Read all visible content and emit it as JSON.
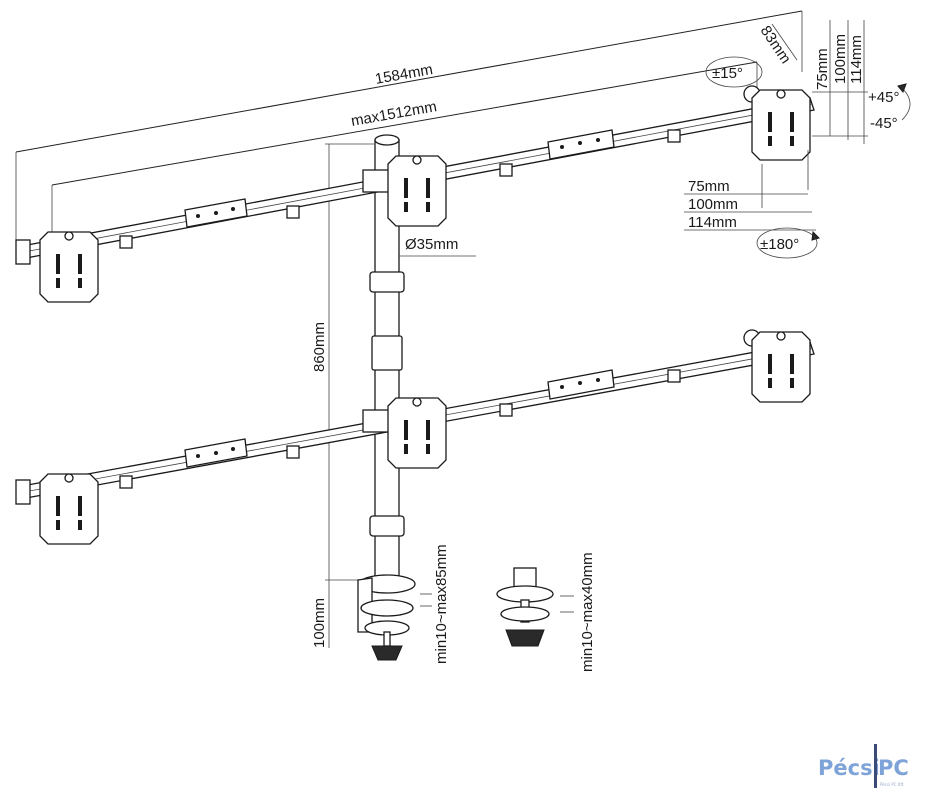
{
  "dimensions": {
    "total_width": "1584mm",
    "max_width": "max1512mm",
    "pole_diameter": "Ø35mm",
    "pole_height": "860mm",
    "clamp_height": "100mm",
    "vesa_75_h": "75mm",
    "vesa_100_h": "100mm",
    "vesa_114_h": "114mm",
    "vesa_75_v": "75mm",
    "vesa_100_v": "100mm",
    "vesa_114_v": "114mm",
    "plate_offset": "83mm",
    "clamp_desk_range": "min10~max85mm",
    "grommet_desk_range": "min10~max40mm"
  },
  "rotation": {
    "swivel": "±15°",
    "tilt_up": "+45°",
    "tilt_down": "-45°",
    "rotate": "±180°"
  },
  "logo": {
    "text_left": "Pécsi",
    "text_right": "PC",
    "tagline": "Pécsi PC Kft."
  },
  "colors": {
    "line": "#1a1a1a",
    "logo_blue": "#7ea3d8",
    "logo_mark": "#3c4a78"
  }
}
